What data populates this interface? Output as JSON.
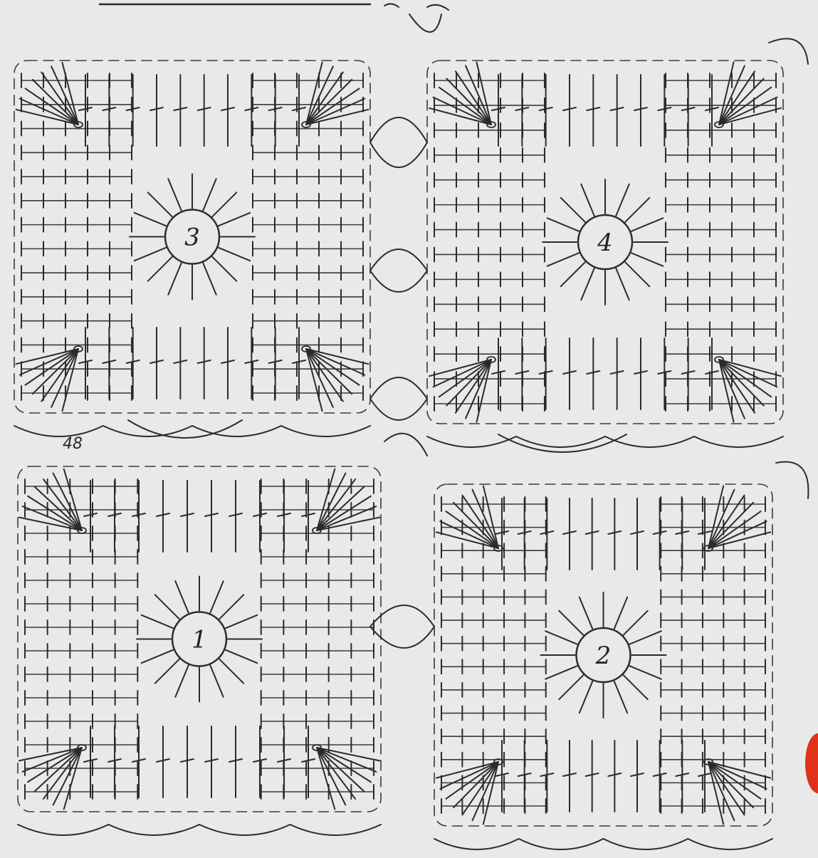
{
  "motifs": [
    {
      "id": "motif-1",
      "label": "1"
    },
    {
      "id": "motif-2",
      "label": "2"
    },
    {
      "id": "motif-3",
      "label": "3"
    },
    {
      "id": "motif-4",
      "label": "4"
    }
  ],
  "annotation": "48",
  "colors": {
    "paper": "#e9e9ea",
    "ink": "#2b2b2b",
    "yarn_red": "#e0321a"
  }
}
